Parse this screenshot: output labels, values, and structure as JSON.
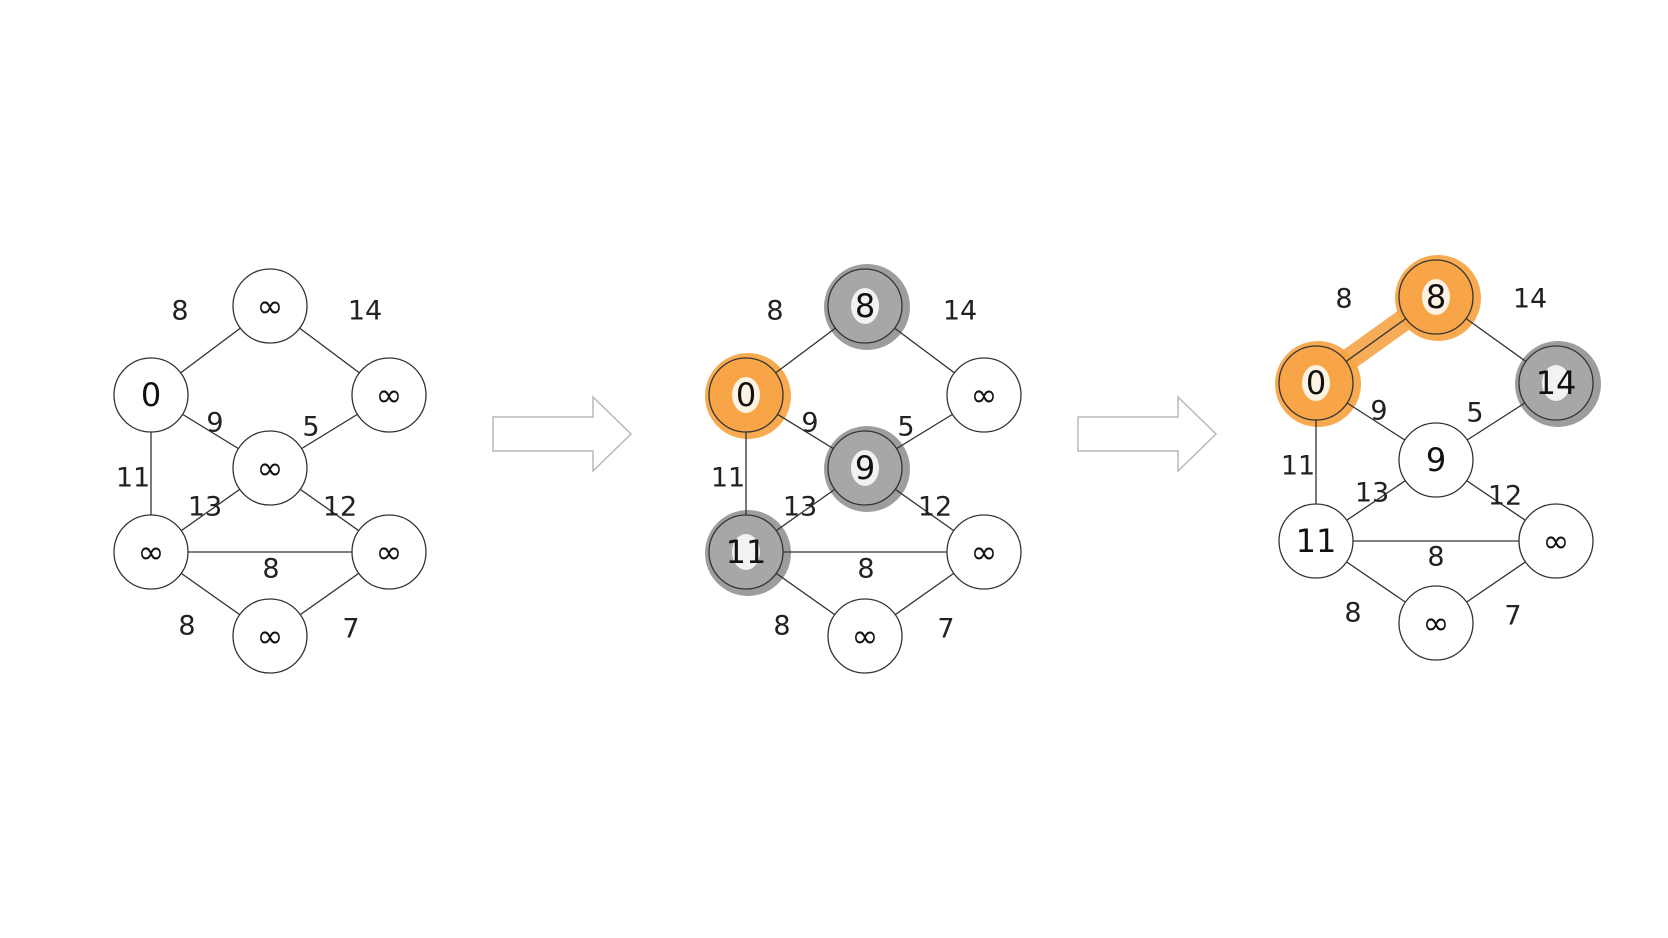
{
  "diagrams": [
    {
      "nodes": [
        {
          "id": "top",
          "label": "∞",
          "highlight": "none"
        },
        {
          "id": "left",
          "label": "0",
          "highlight": "none"
        },
        {
          "id": "right",
          "label": "∞",
          "highlight": "none"
        },
        {
          "id": "center",
          "label": "∞",
          "highlight": "none"
        },
        {
          "id": "lowerleft",
          "label": "∞",
          "highlight": "none"
        },
        {
          "id": "lowerright",
          "label": "∞",
          "highlight": "none"
        },
        {
          "id": "bottom",
          "label": "∞",
          "highlight": "none"
        }
      ],
      "edges": [
        {
          "from": "left",
          "to": "top",
          "weight": "8",
          "highlight": "none"
        },
        {
          "from": "top",
          "to": "right",
          "weight": "14",
          "highlight": "none"
        },
        {
          "from": "left",
          "to": "center",
          "weight": "9",
          "highlight": "none"
        },
        {
          "from": "right",
          "to": "center",
          "weight": "5",
          "highlight": "none"
        },
        {
          "from": "left",
          "to": "lowerleft",
          "weight": "11",
          "highlight": "none"
        },
        {
          "from": "lowerleft",
          "to": "center",
          "weight": "13",
          "highlight": "none"
        },
        {
          "from": "center",
          "to": "lowerright",
          "weight": "12",
          "highlight": "none"
        },
        {
          "from": "lowerleft",
          "to": "lowerright",
          "weight": "8",
          "highlight": "none"
        },
        {
          "from": "lowerleft",
          "to": "bottom",
          "weight": "8",
          "highlight": "none"
        },
        {
          "from": "bottom",
          "to": "lowerright",
          "weight": "7",
          "highlight": "none"
        }
      ]
    },
    {
      "nodes": [
        {
          "id": "top",
          "label": "8",
          "highlight": "gray"
        },
        {
          "id": "left",
          "label": "0",
          "highlight": "orange"
        },
        {
          "id": "right",
          "label": "∞",
          "highlight": "none"
        },
        {
          "id": "center",
          "label": "9",
          "highlight": "gray"
        },
        {
          "id": "lowerleft",
          "label": "11",
          "highlight": "gray"
        },
        {
          "id": "lowerright",
          "label": "∞",
          "highlight": "none"
        },
        {
          "id": "bottom",
          "label": "∞",
          "highlight": "none"
        }
      ],
      "edges": [
        {
          "from": "left",
          "to": "top",
          "weight": "8",
          "highlight": "none"
        },
        {
          "from": "top",
          "to": "right",
          "weight": "14",
          "highlight": "none"
        },
        {
          "from": "left",
          "to": "center",
          "weight": "9",
          "highlight": "none"
        },
        {
          "from": "right",
          "to": "center",
          "weight": "5",
          "highlight": "none"
        },
        {
          "from": "left",
          "to": "lowerleft",
          "weight": "11",
          "highlight": "none"
        },
        {
          "from": "lowerleft",
          "to": "center",
          "weight": "13",
          "highlight": "none"
        },
        {
          "from": "center",
          "to": "lowerright",
          "weight": "12",
          "highlight": "none"
        },
        {
          "from": "lowerleft",
          "to": "lowerright",
          "weight": "8",
          "highlight": "none"
        },
        {
          "from": "lowerleft",
          "to": "bottom",
          "weight": "8",
          "highlight": "none"
        },
        {
          "from": "bottom",
          "to": "lowerright",
          "weight": "7",
          "highlight": "none"
        }
      ]
    },
    {
      "nodes": [
        {
          "id": "top",
          "label": "8",
          "highlight": "orange"
        },
        {
          "id": "left",
          "label": "0",
          "highlight": "orange"
        },
        {
          "id": "right",
          "label": "14",
          "highlight": "gray"
        },
        {
          "id": "center",
          "label": "9",
          "highlight": "none"
        },
        {
          "id": "lowerleft",
          "label": "11",
          "highlight": "none"
        },
        {
          "id": "lowerright",
          "label": "∞",
          "highlight": "none"
        },
        {
          "id": "bottom",
          "label": "∞",
          "highlight": "none"
        }
      ],
      "edges": [
        {
          "from": "left",
          "to": "top",
          "weight": "8",
          "highlight": "orange"
        },
        {
          "from": "top",
          "to": "right",
          "weight": "14",
          "highlight": "none"
        },
        {
          "from": "left",
          "to": "center",
          "weight": "9",
          "highlight": "none"
        },
        {
          "from": "right",
          "to": "center",
          "weight": "5",
          "highlight": "none"
        },
        {
          "from": "left",
          "to": "lowerleft",
          "weight": "11",
          "highlight": "none"
        },
        {
          "from": "lowerleft",
          "to": "center",
          "weight": "13",
          "highlight": "none"
        },
        {
          "from": "center",
          "to": "lowerright",
          "weight": "12",
          "highlight": "none"
        },
        {
          "from": "lowerleft",
          "to": "lowerright",
          "weight": "8",
          "highlight": "none"
        },
        {
          "from": "lowerleft",
          "to": "bottom",
          "weight": "8",
          "highlight": "none"
        },
        {
          "from": "bottom",
          "to": "lowerright",
          "weight": "7",
          "highlight": "none"
        }
      ]
    }
  ],
  "colors": {
    "orange": "#f7a546",
    "gray": "#8c8c8c",
    "node_fill": "#ffffff",
    "edge": "#333333",
    "arrow_stroke": "#b8b8b8"
  }
}
